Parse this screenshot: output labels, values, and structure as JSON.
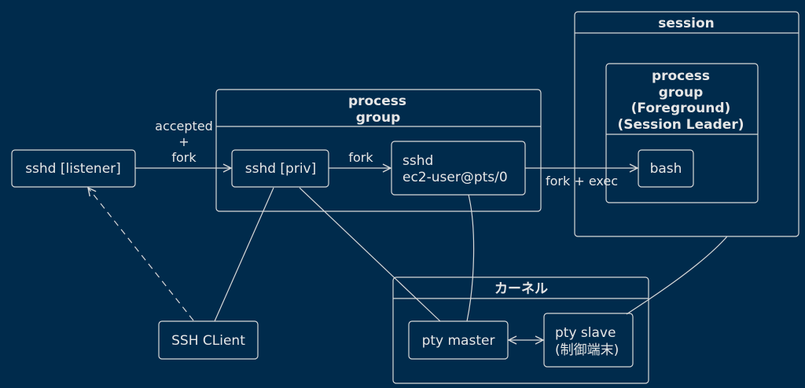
{
  "colors": {
    "background": "#002b4c",
    "stroke": "#d9d9d9",
    "text": "#e6e6e6"
  },
  "groups": {
    "session": "session",
    "pg1_line1": "process",
    "pg1_line2": "group",
    "pg2_line1": "process",
    "pg2_line2": "group",
    "pg2_line3": "(Foreground)",
    "pg2_line4": "(Session Leader)",
    "kernel": "カーネル"
  },
  "nodes": {
    "sshd_listener": "sshd [listener]",
    "sshd_priv": "sshd [priv]",
    "sshd_user_line1": "sshd",
    "sshd_user_line2": "ec2-user@pts/0",
    "bash": "bash",
    "ssh_client": "SSH CLient",
    "pty_master": "pty master",
    "pty_slave_line1": "pty slave",
    "pty_slave_line2": "(制御端末)"
  },
  "edges": {
    "accepted_line1": "accepted",
    "accepted_line2": "+",
    "accepted_line3": "fork",
    "fork": "fork",
    "fork_exec": "fork + exec"
  }
}
